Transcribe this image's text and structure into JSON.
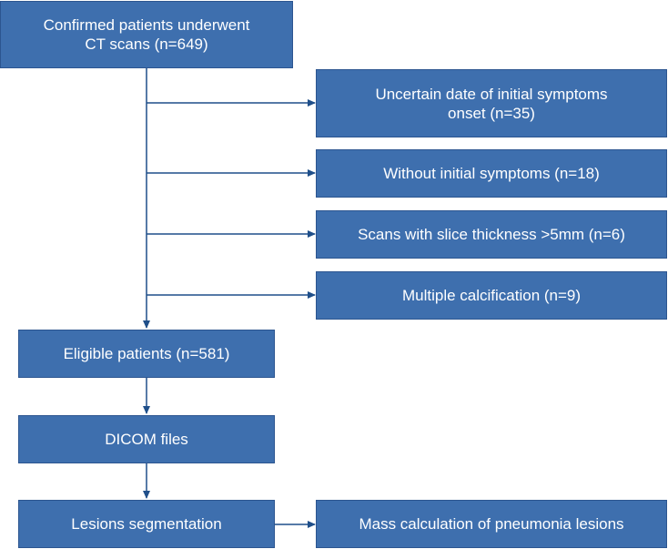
{
  "flowchart": {
    "start": {
      "line1": "Confirmed patients underwent",
      "line2": "CT scans (n=649)"
    },
    "exclusions": [
      {
        "line1": "Uncertain date of initial symptoms",
        "line2": "onset (n=35)"
      },
      {
        "line1": "Without initial symptoms (n=18)"
      },
      {
        "line1": "Scans with slice thickness >5mm (n=6)"
      },
      {
        "line1": "Multiple calcification (n=9)"
      }
    ],
    "eligible": {
      "label": "Eligible patients (n=581)"
    },
    "dicom": {
      "label": "DICOM files"
    },
    "segmentation": {
      "label": "Lesions segmentation"
    },
    "mass_calc": {
      "label": "Mass calculation of pneumonia lesions"
    }
  },
  "colors": {
    "box_fill": "#3e6fae",
    "line": "#1f4f8a",
    "text": "#ffffff"
  }
}
